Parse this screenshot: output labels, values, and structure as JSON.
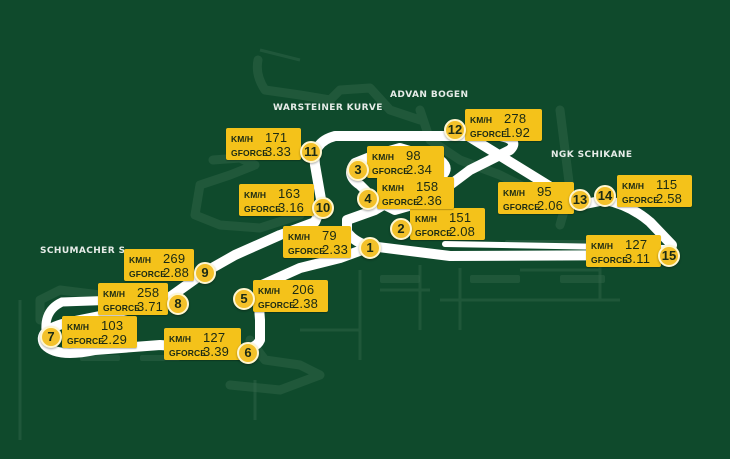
{
  "corner_names": [
    {
      "id": "warsteiner",
      "text": "WARSTEINER KURVE"
    },
    {
      "id": "advan",
      "text": "ADVAN BOGEN"
    },
    {
      "id": "ngk",
      "text": "NGK SCHIKANE"
    },
    {
      "id": "schumacher",
      "text": "SCHUMACHER S"
    }
  ],
  "corners": [
    {
      "num": "1",
      "speed_label": "KM/H",
      "speed": "79",
      "gforce_label": "GFORCE",
      "gforce": "2.33"
    },
    {
      "num": "2",
      "speed_label": "KM/H",
      "speed": "151",
      "gforce_label": "GFORCE",
      "gforce": "2.08"
    },
    {
      "num": "3",
      "speed_label": "KM/H",
      "speed": "98",
      "gforce_label": "GFORCE",
      "gforce": "2.34"
    },
    {
      "num": "4",
      "speed_label": "KM/H",
      "speed": "158",
      "gforce_label": "GFORCE",
      "gforce": "2.36"
    },
    {
      "num": "5",
      "speed_label": "KM/H",
      "speed": "206",
      "gforce_label": "GFORCE",
      "gforce": "2.38"
    },
    {
      "num": "6",
      "speed_label": "KM/H",
      "speed": "127",
      "gforce_label": "GFORCE",
      "gforce": "3.39"
    },
    {
      "num": "7",
      "speed_label": "KM/H",
      "speed": "103",
      "gforce_label": "GFORCE",
      "gforce": "2.29"
    },
    {
      "num": "8",
      "speed_label": "KM/H",
      "speed": "258",
      "gforce_label": "GFORCE",
      "gforce": "3.71"
    },
    {
      "num": "9",
      "speed_label": "KM/H",
      "speed": "269",
      "gforce_label": "GFORCE",
      "gforce": "2.88"
    },
    {
      "num": "10",
      "speed_label": "KM/H",
      "speed": "163",
      "gforce_label": "GFORCE",
      "gforce": "3.16"
    },
    {
      "num": "11",
      "speed_label": "KM/H",
      "speed": "171",
      "gforce_label": "GFORCE",
      "gforce": "3.33"
    },
    {
      "num": "12",
      "speed_label": "KM/H",
      "speed": "278",
      "gforce_label": "GFORCE",
      "gforce": "1.92"
    },
    {
      "num": "13",
      "speed_label": "KM/H",
      "speed": "95",
      "gforce_label": "GFORCE",
      "gforce": "2.06"
    },
    {
      "num": "14",
      "speed_label": "KM/H",
      "speed": "115",
      "gforce_label": "GFORCE",
      "gforce": "2.58"
    },
    {
      "num": "15",
      "speed_label": "KM/H",
      "speed": "127",
      "gforce_label": "GFORCE",
      "gforce": "3.11"
    }
  ],
  "colors": {
    "background": "#0f4a2c",
    "track": "#ffffff",
    "card": "#f4c21a",
    "marker": "#f3c12a",
    "text_dark": "#1b2a14"
  }
}
